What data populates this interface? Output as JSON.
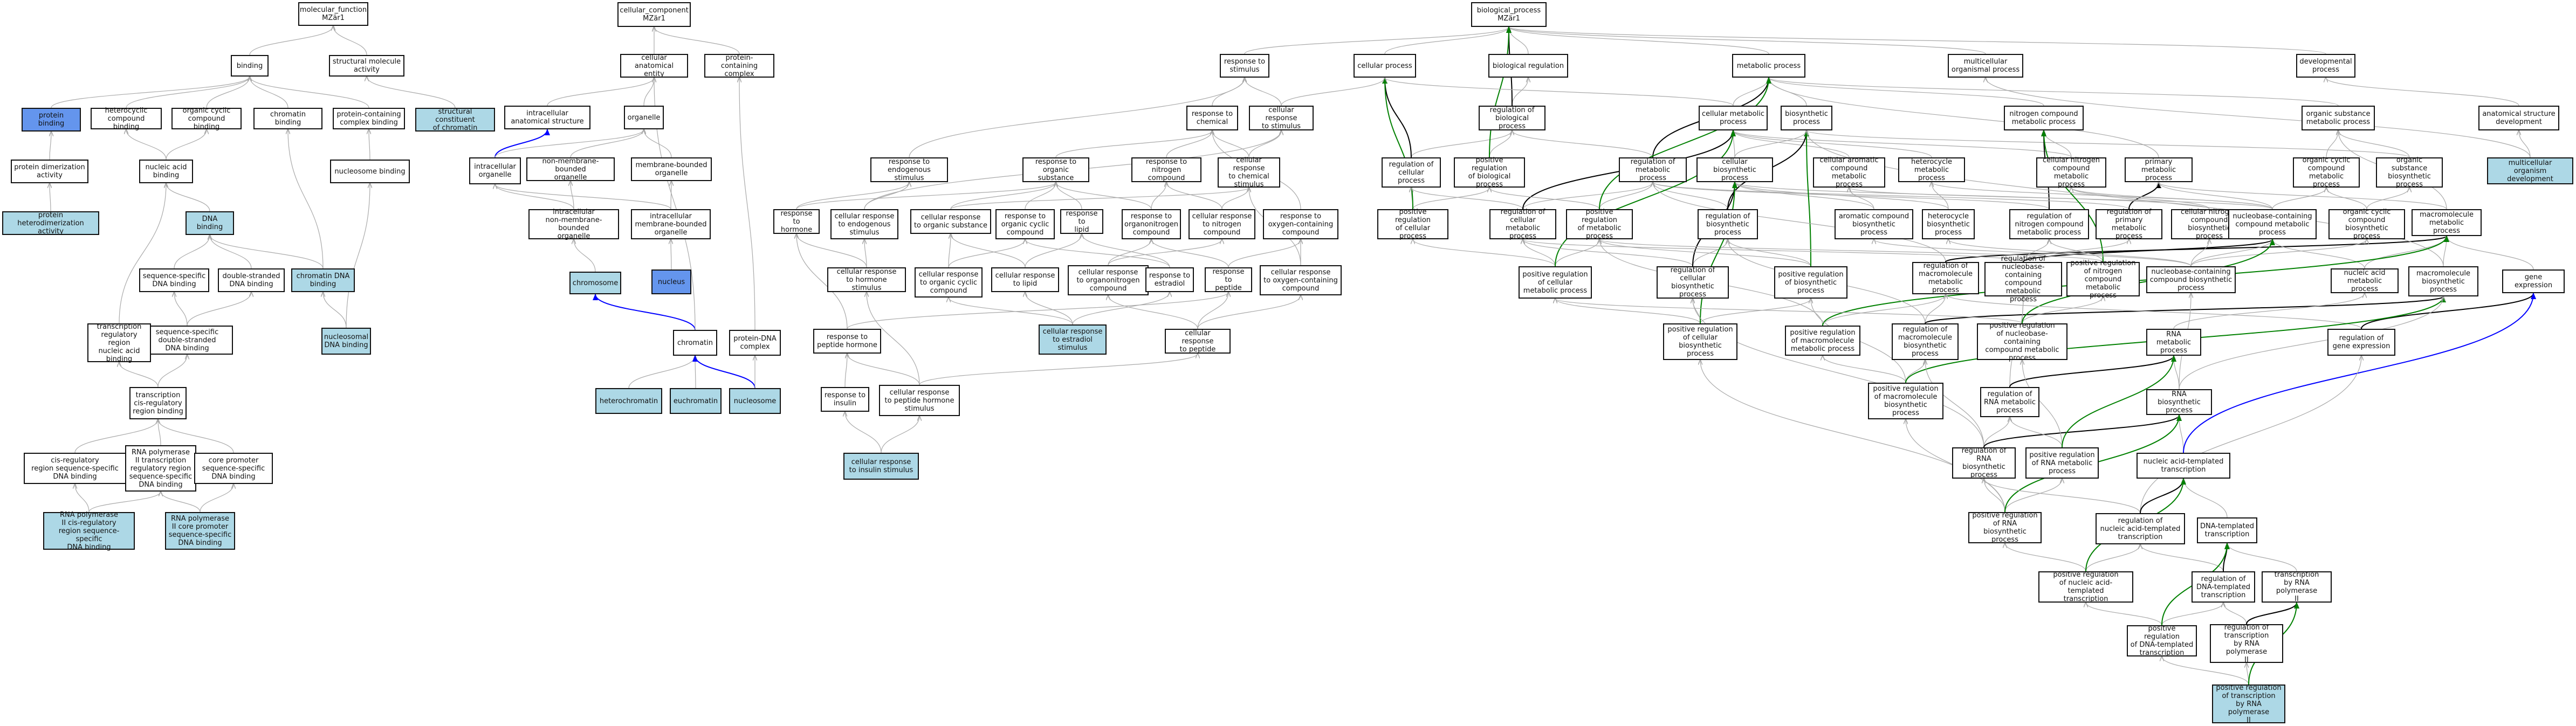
{
  "colors": {
    "highlight": "#add8e6",
    "root_term": "#6495ed",
    "is_a": "#a9a9a9",
    "part_of": "#0000ff",
    "regulates": "#000000",
    "positively_regulates": "#008000"
  },
  "nodes": {
    "mf": "molecular_function\nMZär1",
    "cc": "cellular_component\nMZär1",
    "bp": "biological_process\nMZär1",
    "binding": "binding",
    "smact": "structural molecule\nactivity",
    "protbind": "protein binding",
    "hetcyc_bind": "heterocyclic\ncompound binding",
    "orgcyc_bind": "organic cyclic\ncompound binding",
    "chrom_bind": "chromatin binding",
    "pcc_bind": "protein-containing\ncomplex binding",
    "sc_chrom": "structural constituent\nof chromatin",
    "prot_dimer": "protein dimerization\nactivity",
    "prot_hetdimer": "protein heterodimerization\nactivity",
    "na_bind": "nucleic acid\nbinding",
    "nucleo_bind": "nucleosome binding",
    "dna_bind": "DNA binding",
    "chrom_dna_bind": "chromatin DNA\nbinding",
    "nucleosomal_dna": "nucleosomal\nDNA binding",
    "ss_dna": "sequence-specific\nDNA binding",
    "ds_dna": "double-stranded\nDNA binding",
    "ss_ds_dna": "sequence-specific\ndouble-stranded\nDNA binding",
    "tr_na_bind": "transcription\nregulatory region\nnucleic acid\nbinding",
    "tr_cisreg": "transcription\ncis-regulatory\nregion binding",
    "cisreg_ss": "cis-regulatory\nregion sequence-specific\nDNA binding",
    "rnap2_tr": "RNA polymerase\nII transcription\nregulatory region\nsequence-specific\nDNA binding",
    "core_prom": "core promoter\nsequence-specific\nDNA binding",
    "rnap2_cisreg": "RNA polymerase\nII cis-regulatory\nregion sequence-specific\nDNA binding",
    "rnap2_core": "RNA polymerase\nII core promoter\nsequence-specific\nDNA binding",
    "cae": "cellular anatomical\nentity",
    "pcc": "protein-containing\ncomplex",
    "ias": "intracellular\nanatomical structure",
    "organelle": "organelle",
    "ic_org": "intracellular\norganelle",
    "nmb_org": "non-membrane-bounded\norganelle",
    "mb_org": "membrane-bounded\norganelle",
    "ic_nmb_org": "intracellular\nnon-membrane-bounded\norganelle",
    "ic_mb_org": "intracellular\nmembrane-bounded\norganelle",
    "chromosome": "chromosome",
    "nucleus": "nucleus",
    "chromatin": "chromatin",
    "pdna_cplx": "protein-DNA\ncomplex",
    "heterochromatin": "heterochromatin",
    "euchromatin": "euchromatin",
    "nucleosome": "nucleosome",
    "resp_stim": "response to\nstimulus",
    "resp_chem": "response to\nchemical",
    "cell_resp_stim": "cellular response\nto stimulus",
    "resp_endo": "response to\nendogenous stimulus",
    "resp_orgsub": "response to\norganic substance",
    "resp_nitro": "response to\nnitrogen compound",
    "cell_resp_chem": "cellular response\nto chemical\nstimulus",
    "resp_hormone": "response to\nhormone",
    "cell_resp_endo": "cellular response\nto endogenous\nstimulus",
    "cell_resp_orgsub": "cellular response\nto organic substance",
    "resp_orgcyc": "response to\norganic cyclic\ncompound",
    "resp_lipid": "response to\nlipid",
    "resp_organonitro": "response to\norganonitrogen\ncompound",
    "cell_resp_nitro": "cellular response\nto nitrogen\ncompound",
    "resp_oxy": "response to\noxygen-containing\ncompound",
    "cell_resp_hormone": "cellular response\nto hormone stimulus",
    "cell_resp_orgcyc": "cellular response\nto organic cyclic\ncompound",
    "cell_resp_lipid": "cellular response\nto lipid",
    "cell_resp_organonitro": "cellular response\nto organonitrogen\ncompound",
    "resp_estradiol": "response to\nestradiol",
    "resp_peptide": "response to\npeptide",
    "cell_resp_oxy": "cellular response\nto oxygen-containing\ncompound",
    "cell_resp_estradiol": "cellular response\nto estradiol\nstimulus",
    "resp_pep_hormone": "response to\npeptide hormone",
    "cell_resp_peptide": "cellular response\nto peptide",
    "resp_insulin": "response to\ninsulin",
    "cell_resp_pep_hormone": "cellular response\nto peptide hormone\nstimulus",
    "cell_resp_insulin": "cellular response\nto insulin stimulus",
    "cell_proc": "cellular process",
    "bio_reg": "biological regulation",
    "reg_bp": "regulation of\nbiological process",
    "reg_cp": "regulation of\ncellular process",
    "pos_reg_bp": "positive regulation\nof biological\nprocess",
    "pos_reg_cp": "positive regulation\nof cellular\nprocess",
    "met_proc": "metabolic process",
    "multicell": "multicellular\norganismal process",
    "dev_proc": "developmental\nprocess",
    "cell_met": "cellular metabolic\nprocess",
    "biosyn": "biosynthetic\nprocess",
    "nitro_met": "nitrogen compound\nmetabolic process",
    "orgsub_met": "organic substance\nmetabolic process",
    "anat_dev": "anatomical structure\ndevelopment",
    "multicell_dev": "multicellular\norganism development",
    "reg_met": "regulation of\nmetabolic process",
    "cell_biosyn": "cellular biosynthetic\nprocess",
    "cell_arom_met": "cellular aromatic\ncompound metabolic\nprocess",
    "hetcyc_met": "heterocycle\nmetabolic process",
    "cell_nitro_met": "cellular nitrogen\ncompound metabolic\nprocess",
    "prim_met": "primary metabolic\nprocess",
    "orgcyc_met": "organic cyclic\ncompound metabolic\nprocess",
    "orgsub_biosyn": "organic substance\nbiosynthetic\nprocess",
    "reg_cell_met": "regulation of\ncellular metabolic\nprocess",
    "pos_reg_met": "positive regulation\nof metabolic\nprocess",
    "reg_biosyn": "regulation of\nbiosynthetic\nprocess",
    "arom_biosyn": "aromatic compound\nbiosynthetic\nprocess",
    "hetcyc_biosyn": "heterocycle\nbiosynthetic\nprocess",
    "reg_nitro_met": "regulation of\nnitrogen compound\nmetabolic process",
    "reg_prim_met": "regulation of\nprimary metabolic\nprocess",
    "cell_nitro_biosyn": "cellular nitrogen\ncompound biosynthetic\nprocess",
    "nbc_met": "nucleobase-containing\ncompound metabolic\nprocess",
    "orgcyc_biosyn": "organic cyclic\ncompound biosynthetic\nprocess",
    "macro_met": "macromolecule\nmetabolic process",
    "pos_reg_cell_met": "positive regulation\nof cellular\nmetabolic process",
    "reg_cell_biosyn": "regulation of\ncellular biosynthetic\nprocess",
    "pos_reg_biosyn": "positive regulation\nof biosynthetic\nprocess",
    "reg_macro_met": "regulation of\nmacromolecule\nmetabolic process",
    "reg_nbc_met": "regulation of\nnucleobase-containing\ncompound metabolic\nprocess",
    "pos_reg_nitro_met": "positive regulation\nof nitrogen\ncompound metabolic\nprocess",
    "nbc_biosyn": "nucleobase-containing\ncompound biosynthetic\nprocess",
    "na_met": "nucleic acid\nmetabolic process",
    "macro_biosyn": "macromolecule\nbiosynthetic\nprocess",
    "gene_expr": "gene expression",
    "pos_reg_cell_biosyn": "positive regulation\nof cellular\nbiosynthetic\nprocess",
    "pos_reg_macro_met": "positive regulation\nof macromolecule\nmetabolic process",
    "reg_macro_biosyn": "regulation of\nmacromolecule\nbiosynthetic\nprocess",
    "pos_reg_nbc_met": "positive regulation\nof nucleobase-containing\ncompound metabolic\nprocess",
    "rna_met": "RNA metabolic\nprocess",
    "reg_gene_expr": "regulation of\ngene expression",
    "pos_reg_macro_biosyn": "positive regulation\nof macromolecule\nbiosynthetic\nprocess",
    "reg_rna_met": "regulation of\nRNA metabolic\nprocess",
    "rna_biosyn": "RNA biosynthetic\nprocess",
    "reg_rna_biosyn": "regulation of\nRNA biosynthetic\nprocess",
    "pos_reg_rna_met": "positive regulation\nof RNA metabolic\nprocess",
    "na_templ_tx": "nucleic acid-templated\ntranscription",
    "pos_reg_rna_biosyn": "positive regulation\nof RNA biosynthetic\nprocess",
    "reg_na_templ_tx": "regulation of\nnucleic acid-templated\ntranscription",
    "dna_templ_tx": "DNA-templated\ntranscription",
    "pos_reg_na_templ_tx": "positive regulation\nof nucleic acid-templated\ntranscription",
    "reg_dna_templ_tx": "regulation of\nDNA-templated\ntranscription",
    "tx_rnap": "transcription\nby RNA polymerase\nII",
    "pos_reg_dna_templ_tx": "positive regulation\nof DNA-templated\ntranscription",
    "reg_tx_rnap": "regulation of\ntranscription\nby RNA polymerase\nII",
    "pos_reg_tx_rnap": "positive regulation\nof transcription\nby RNA polymerase\nII"
  }
}
